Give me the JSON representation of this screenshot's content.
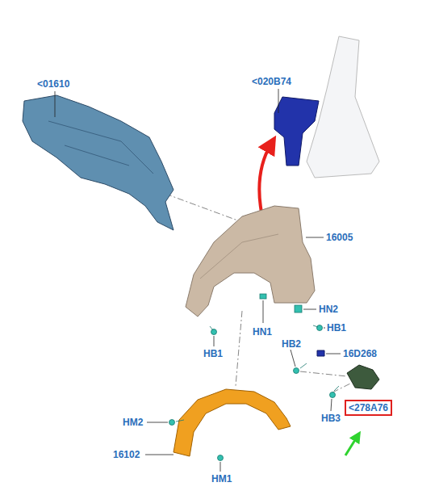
{
  "diagram": {
    "nodes": [
      {
        "text": [
          "<278A76"
        ]
      }
    ],
    "labels": [
      "<01610",
      "<020B74",
      "16005",
      "HN2",
      "HN1",
      "HB1",
      "HB1",
      "HB2",
      "16D268",
      "HB3",
      "HM2",
      "16102",
      "HM1"
    ]
  }
}
